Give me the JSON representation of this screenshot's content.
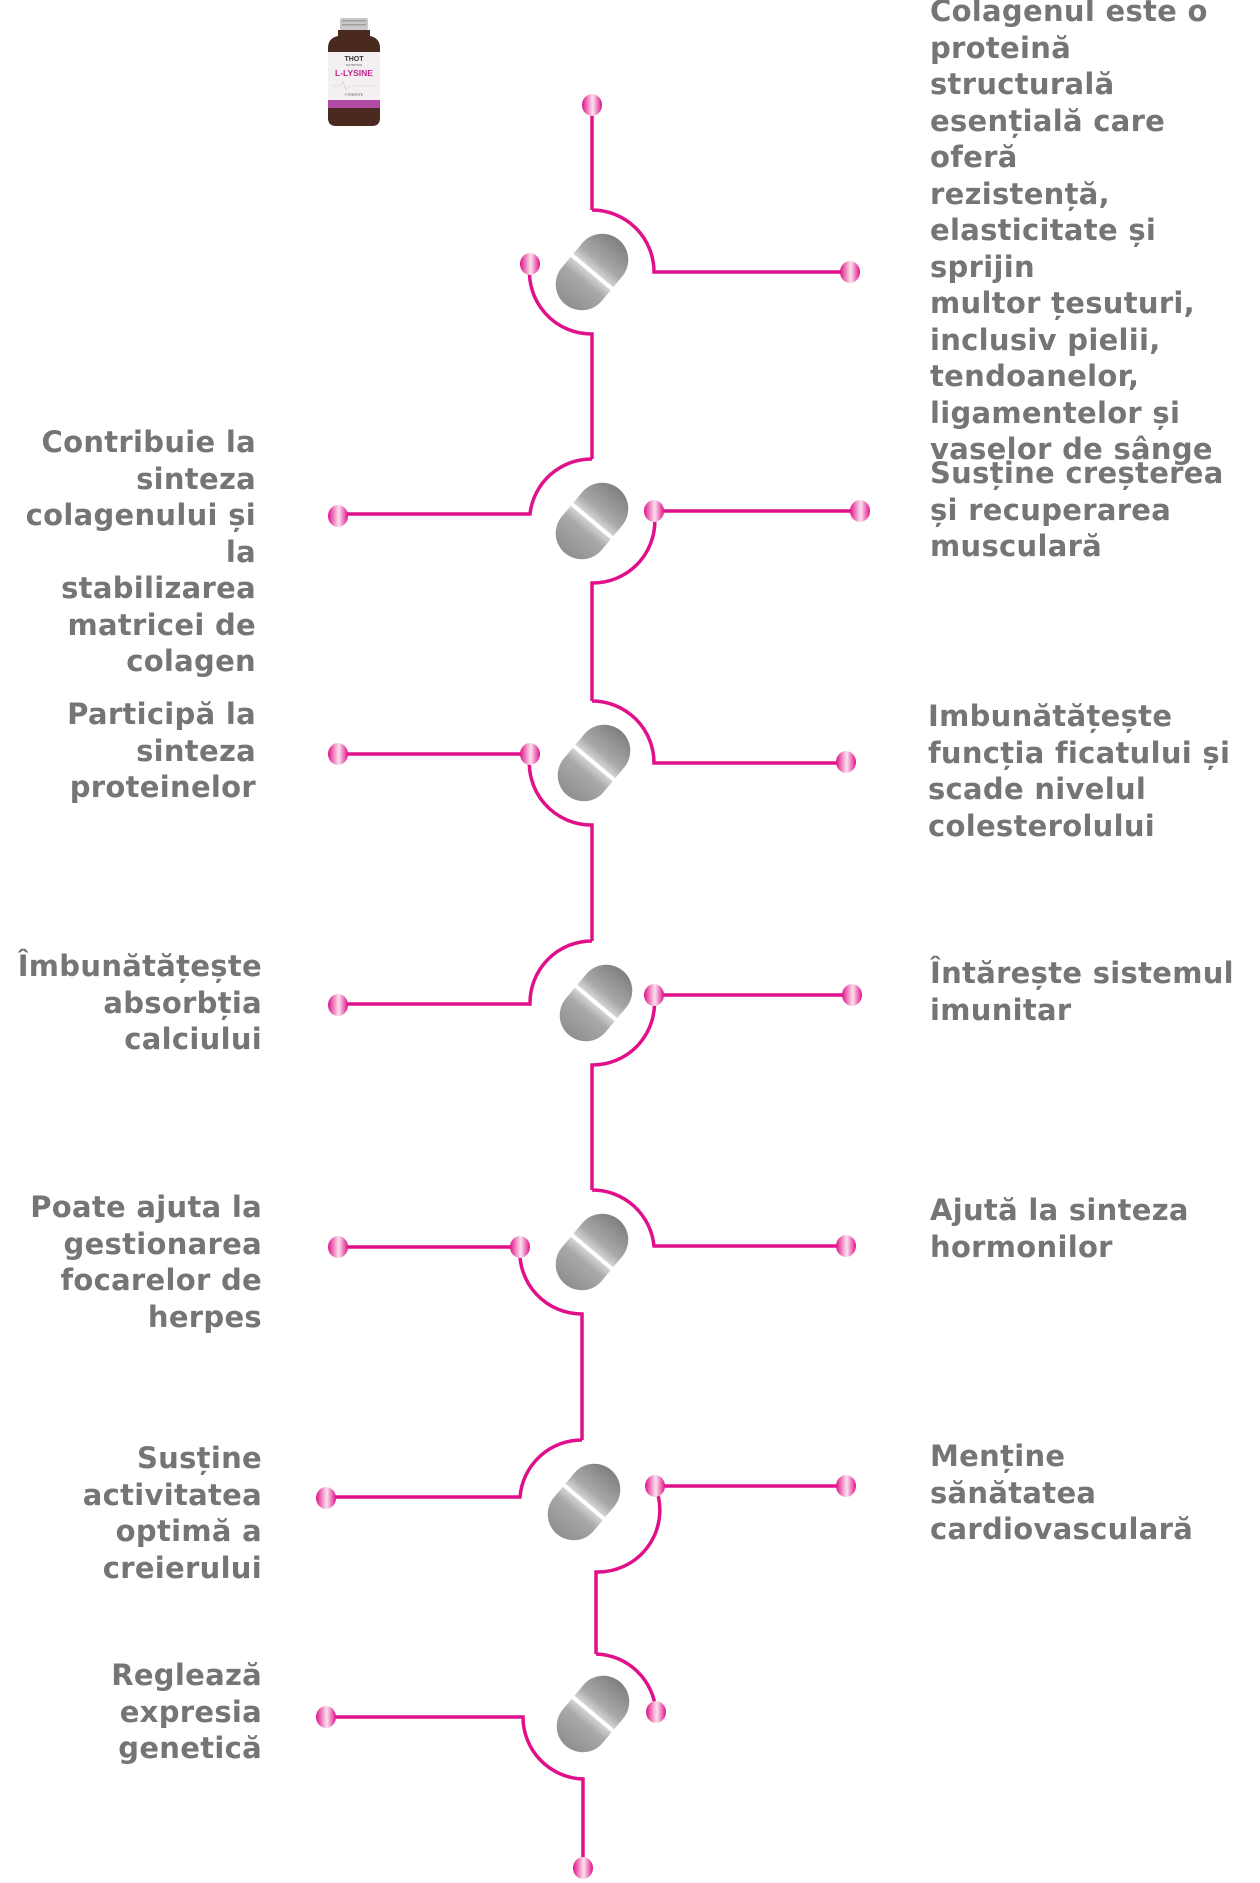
{
  "product": {
    "brand": "THOT",
    "brand_sub": "NUTRITION",
    "name": "L-LYSINE",
    "variant": "TYREPETE"
  },
  "colors": {
    "line": "#e0108a",
    "text": "#757575",
    "pill": "#a8a8a8"
  },
  "benefits_right": [
    "Colagenul este o\nproteină structurală\nesențială care oferă\nrezistență,\nelasticitate și sprijin\nmultor țesuturi,\ninclusiv pielii,\ntendoanelor,\nligamentelor și\nvaselor de sânge",
    "Susține creșterea\nși recuperarea\nmusculară",
    "Imbunătățește\nfuncția ficatului și\nscade nivelul\ncolesterolului",
    "Întărește sistemul\nimunitar",
    "Ajută la sinteza\nhormonilor",
    "Menține\nsănătatea\ncardiovasculară"
  ],
  "benefits_left": [
    "Contribuie la\nsinteza\ncolagenului și la\nstabilizarea\nmatricei de\ncolagen",
    "Participă la\nsinteza\nproteinelor",
    "Îmbunătățește\nabsorbția\ncalciului",
    "Poate ajuta la\ngestionarea\nfocarelor de\nherpes",
    "Susține\nactivitatea\noptimă a\ncreierului",
    "Reglează\nexpresia\ngenetică"
  ]
}
